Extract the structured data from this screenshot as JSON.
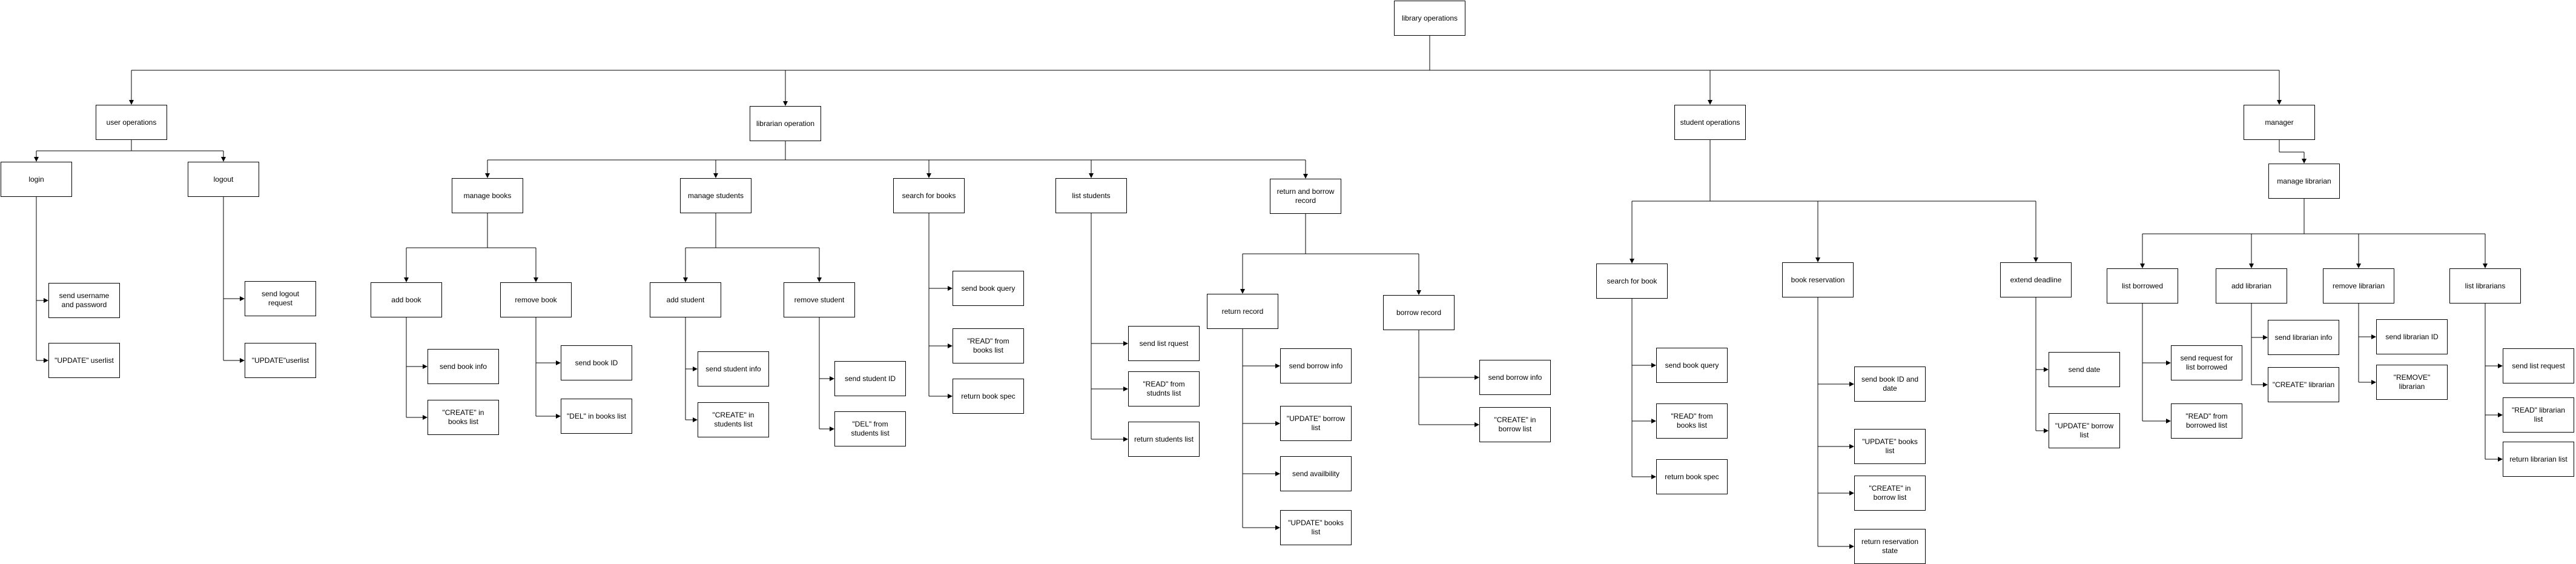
{
  "diagram": {
    "nodes": [
      {
        "id": "root",
        "label": "library operations"
      },
      {
        "id": "uo",
        "label": "user operations"
      },
      {
        "id": "lo",
        "label": "librarian operation"
      },
      {
        "id": "so",
        "label": "student operations"
      },
      {
        "id": "mgr",
        "label": "manager"
      },
      {
        "id": "login",
        "label": "login"
      },
      {
        "id": "logout",
        "label": "logout"
      },
      {
        "id": "l1",
        "label": "send username and password"
      },
      {
        "id": "l2",
        "label": "\"UPDATE\" userlist"
      },
      {
        "id": "o1",
        "label": "send logout request"
      },
      {
        "id": "o2",
        "label": "\"UPDATE\"userlist"
      },
      {
        "id": "mb",
        "label": "manage books"
      },
      {
        "id": "ms",
        "label": "manage students"
      },
      {
        "id": "sfb",
        "label": "search for books"
      },
      {
        "id": "ls",
        "label": "list students"
      },
      {
        "id": "rbr",
        "label": "return and borrow record"
      },
      {
        "id": "ab",
        "label": "add book"
      },
      {
        "id": "rb",
        "label": "remove book"
      },
      {
        "id": "ab1",
        "label": "send book info"
      },
      {
        "id": "ab2",
        "label": "\"CREATE\" in books list"
      },
      {
        "id": "rb1",
        "label": "send book ID"
      },
      {
        "id": "rb2",
        "label": "\"DEL\" in books list"
      },
      {
        "id": "as",
        "label": "add student"
      },
      {
        "id": "rs",
        "label": "remove student"
      },
      {
        "id": "as1",
        "label": "send student info"
      },
      {
        "id": "as2",
        "label": "\"CREATE\" in students list"
      },
      {
        "id": "rs1",
        "label": "send student ID"
      },
      {
        "id": "rs2",
        "label": "\"DEL\" from students list"
      },
      {
        "id": "sfb1",
        "label": "send book query"
      },
      {
        "id": "sfb2",
        "label": "\"READ\" from books list"
      },
      {
        "id": "sfb3",
        "label": "return book spec"
      },
      {
        "id": "ls1",
        "label": "send list rquest"
      },
      {
        "id": "ls2",
        "label": "\"READ\" from studnts list"
      },
      {
        "id": "ls3",
        "label": "return students list"
      },
      {
        "id": "rr",
        "label": "return record"
      },
      {
        "id": "br",
        "label": "borrow record"
      },
      {
        "id": "rr1",
        "label": "send borrow info"
      },
      {
        "id": "rr2",
        "label": "\"UPDATE\" borrow list"
      },
      {
        "id": "rr3",
        "label": "send availbility"
      },
      {
        "id": "rr4",
        "label": "\"UPDATE\" books list"
      },
      {
        "id": "br1",
        "label": "send borrow info"
      },
      {
        "id": "br2",
        "label": "\"CREATE\" in borrow list"
      },
      {
        "id": "sb",
        "label": "search for book"
      },
      {
        "id": "sb1",
        "label": "send book query"
      },
      {
        "id": "sb2",
        "label": "\"READ\" from books list"
      },
      {
        "id": "sb3",
        "label": "return book spec"
      },
      {
        "id": "bres",
        "label": "book reservation"
      },
      {
        "id": "bres1",
        "label": "send book ID and date"
      },
      {
        "id": "bres2",
        "label": "\"UPDATE\" books list"
      },
      {
        "id": "bres3",
        "label": "\"CREATE\" in borrow list"
      },
      {
        "id": "bres4",
        "label": "return reservation state"
      },
      {
        "id": "ed",
        "label": "extend deadline"
      },
      {
        "id": "ed1",
        "label": "send date"
      },
      {
        "id": "ed2",
        "label": "\"UPDATE\" borrow list"
      },
      {
        "id": "ml",
        "label": "manage librarian"
      },
      {
        "id": "lb",
        "label": "list borrowed"
      },
      {
        "id": "al",
        "label": "add librarian"
      },
      {
        "id": "rl",
        "label": "remove librarian"
      },
      {
        "id": "ll",
        "label": "list librarians"
      },
      {
        "id": "lb1",
        "label": "send request for list borrowed"
      },
      {
        "id": "lb2",
        "label": "\"READ\" from borrowed list"
      },
      {
        "id": "al1",
        "label": "send librarian info"
      },
      {
        "id": "al2",
        "label": "\"CREATE\" librarian"
      },
      {
        "id": "rl1",
        "label": "send librarian ID"
      },
      {
        "id": "rl2",
        "label": "\"REMOVE\" librarian"
      },
      {
        "id": "ll1",
        "label": "send list request"
      },
      {
        "id": "ll2",
        "label": "\"READ\" librarian list"
      },
      {
        "id": "ll3",
        "label": "return librarian list"
      }
    ],
    "edges": [
      [
        "root",
        "uo"
      ],
      [
        "root",
        "lo"
      ],
      [
        "root",
        "so"
      ],
      [
        "root",
        "mgr"
      ],
      [
        "uo",
        "login"
      ],
      [
        "uo",
        "logout"
      ],
      [
        "login",
        "l1"
      ],
      [
        "login",
        "l2"
      ],
      [
        "logout",
        "o1"
      ],
      [
        "logout",
        "o2"
      ],
      [
        "lo",
        "mb"
      ],
      [
        "lo",
        "ms"
      ],
      [
        "lo",
        "sfb"
      ],
      [
        "lo",
        "ls"
      ],
      [
        "lo",
        "rbr"
      ],
      [
        "mb",
        "ab"
      ],
      [
        "mb",
        "rb"
      ],
      [
        "ab",
        "ab1"
      ],
      [
        "ab",
        "ab2"
      ],
      [
        "rb",
        "rb1"
      ],
      [
        "rb",
        "rb2"
      ],
      [
        "ms",
        "as"
      ],
      [
        "ms",
        "rs"
      ],
      [
        "as",
        "as1"
      ],
      [
        "as",
        "as2"
      ],
      [
        "rs",
        "rs1"
      ],
      [
        "rs",
        "rs2"
      ],
      [
        "sfb",
        "sfb1"
      ],
      [
        "sfb",
        "sfb2"
      ],
      [
        "sfb",
        "sfb3"
      ],
      [
        "ls",
        "ls1"
      ],
      [
        "ls",
        "ls2"
      ],
      [
        "ls",
        "ls3"
      ],
      [
        "rbr",
        "rr"
      ],
      [
        "rbr",
        "br"
      ],
      [
        "rr",
        "rr1"
      ],
      [
        "rr",
        "rr2"
      ],
      [
        "rr",
        "rr3"
      ],
      [
        "rr",
        "rr4"
      ],
      [
        "br",
        "br1"
      ],
      [
        "br",
        "br2"
      ],
      [
        "so",
        "sb"
      ],
      [
        "so",
        "bres"
      ],
      [
        "so",
        "ed"
      ],
      [
        "sb",
        "sb1"
      ],
      [
        "sb",
        "sb2"
      ],
      [
        "sb",
        "sb3"
      ],
      [
        "bres",
        "bres1"
      ],
      [
        "bres",
        "bres2"
      ],
      [
        "bres",
        "bres3"
      ],
      [
        "bres",
        "bres4"
      ],
      [
        "ed",
        "ed1"
      ],
      [
        "ed",
        "ed2"
      ],
      [
        "mgr",
        "ml"
      ],
      [
        "ml",
        "lb"
      ],
      [
        "ml",
        "al"
      ],
      [
        "ml",
        "rl"
      ],
      [
        "ml",
        "ll"
      ],
      [
        "lb",
        "lb1"
      ],
      [
        "lb",
        "lb2"
      ],
      [
        "al",
        "al1"
      ],
      [
        "al",
        "al2"
      ],
      [
        "rl",
        "rl1"
      ],
      [
        "rl",
        "rl2"
      ],
      [
        "ll",
        "ll1"
      ],
      [
        "ll",
        "ll2"
      ],
      [
        "ll",
        "ll3"
      ]
    ]
  }
}
